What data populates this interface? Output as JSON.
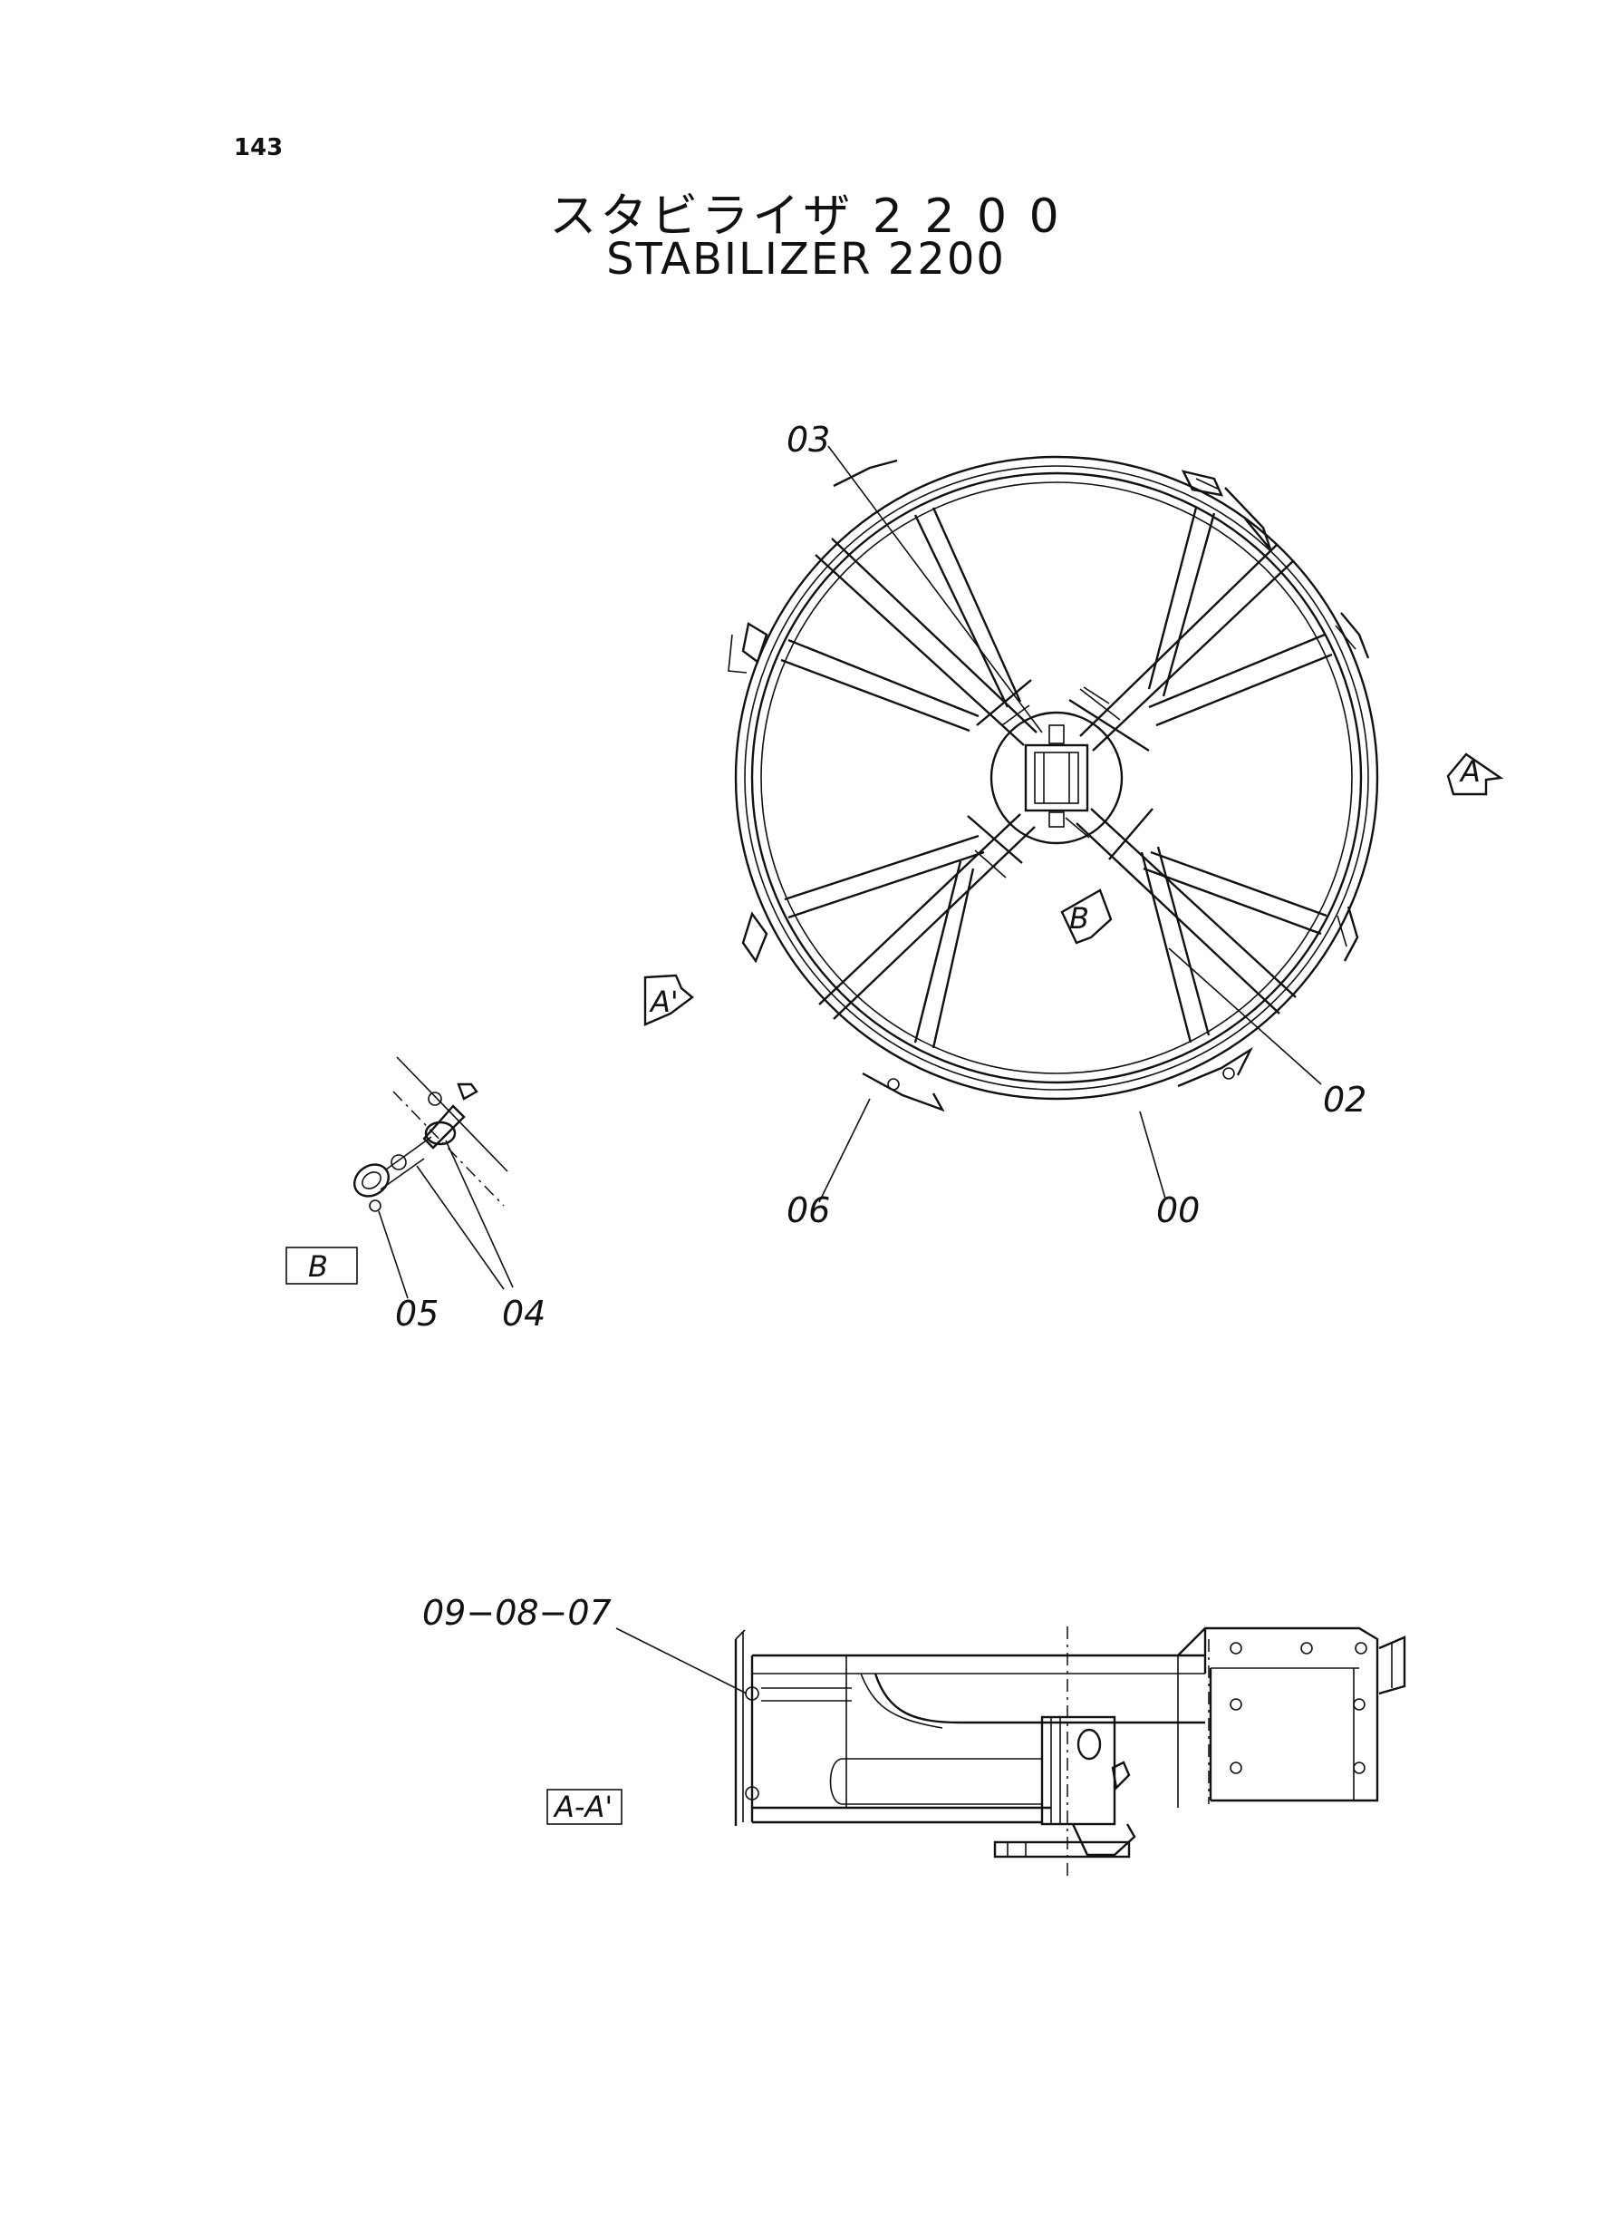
{
  "page_number": "143",
  "title_jp": "スタビライザ 2 2 0 0",
  "title_en": "STABILIZER 2200",
  "view_markers": {
    "a": "A",
    "a_prime": "A'",
    "b": "B",
    "b_box": "B",
    "section": "A-A'"
  },
  "part_labels": {
    "p03": "03",
    "p02": "02",
    "p06": "06",
    "p00": "00",
    "p05": "05",
    "p04": "04",
    "p090807": "09−08−07"
  }
}
